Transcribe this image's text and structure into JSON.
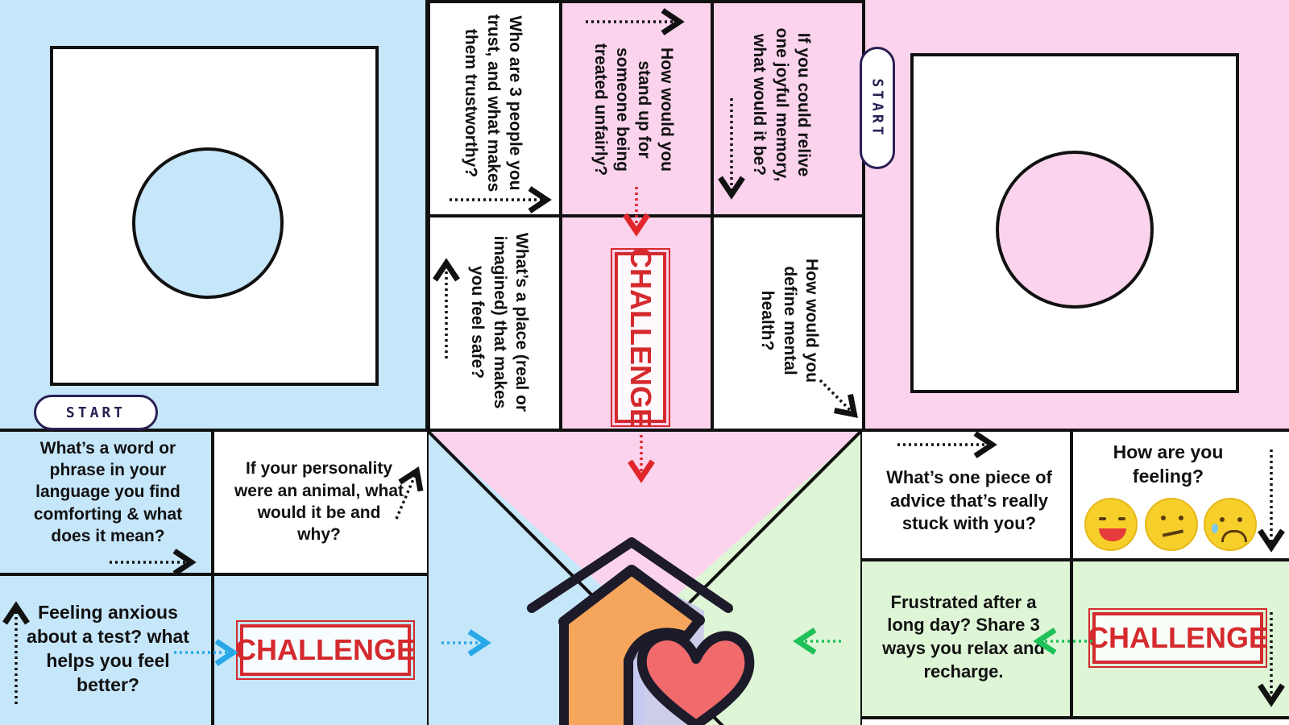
{
  "board": {
    "colors": {
      "blue": "#c6e6fa",
      "pink": "#fbd3ec",
      "green": "#def6d6",
      "challenge_red": "#d42a2e",
      "arrow_black": "#111111",
      "arrow_red": "#e0262b",
      "arrow_blue": "#29a8e8",
      "arrow_green": "#1fc05a",
      "start_purple": "#2a2055"
    },
    "start_labels": {
      "blue_home": "START",
      "pink_home": "START"
    },
    "challenge_label": "CHALLENGE",
    "questions": {
      "trust": "Who are 3 people you trust, and what makes them trustworthy?",
      "stand_up": "How would you stand up for someone being treated unfairly?",
      "joyful_memory": "If you could relive one joyful memory, what would it be?",
      "safe_place": "What’s a place (real or imagined) that makes  you feel safe?",
      "mental_health": "How would you define mental health?",
      "comforting_word": "What’s a word or phrase in your language you find comforting & what does it mean?",
      "personality_animal": "If your personality were an animal, what would it be and why?",
      "anxious_test": "Feeling anxious about a test? what helps you feel better?",
      "advice": "What’s one piece of advice that’s really stuck with you?",
      "feeling": "How are you feeling?",
      "frustrated": "Frustrated after a long day? Share 3 ways you relax and recharge."
    },
    "feeling_icons": [
      "happy-face-icon",
      "confused-face-icon",
      "sad-face-icon"
    ],
    "center_icons": [
      "house-icon",
      "heart-icon"
    ]
  }
}
